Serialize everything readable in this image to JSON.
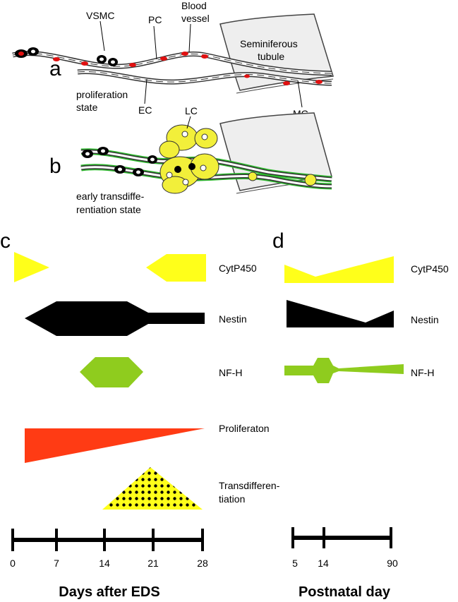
{
  "panel_a": {
    "letter": "a",
    "labels": {
      "vsmc": "VSMC",
      "pc": "PC",
      "blood_vessel_1": "Blood",
      "blood_vessel_2": "vessel",
      "tubule_1": "Seminiferous",
      "tubule_2": "tubule",
      "state_1": "proliferation",
      "state_2": "state",
      "ec": "EC",
      "mc": "MC"
    }
  },
  "panel_b": {
    "letter": "b",
    "labels": {
      "lc": "LC",
      "state_1": "early transdiffe-",
      "state_2": "rentiation state"
    }
  },
  "panel_c": {
    "letter": "c",
    "markers": [
      "CytP450",
      "Nestin",
      "NF-H",
      "Proliferaton"
    ],
    "transdiff_1": "Transdifferen-",
    "transdiff_2": "tiation",
    "axis_ticks": [
      "0",
      "7",
      "14",
      "21",
      "28"
    ],
    "axis_title": "Days after EDS"
  },
  "panel_d": {
    "letter": "d",
    "markers": [
      "CytP450",
      "Nestin",
      "NF-H"
    ],
    "axis_ticks": [
      "5",
      "14",
      "90"
    ],
    "axis_title": "Postnatal day"
  },
  "colors": {
    "cytp450": "#ffff1a",
    "nestin": "#000000",
    "nfh": "#8fcc1e",
    "proliferation": "#ff3b14",
    "lc_cell": "#f2ef3a",
    "vsmc_nucleus": "#e01010",
    "green_outline": "#2db82d",
    "tubule_fill": "#eeeeee"
  }
}
